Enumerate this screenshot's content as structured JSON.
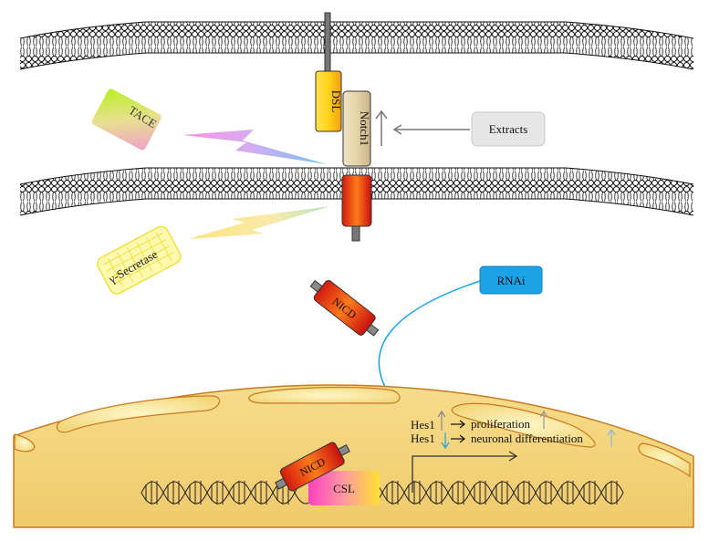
{
  "labels": {
    "dsl": "DSL",
    "notch1": "Notch1",
    "extracts": "Extracts",
    "tace": "TACE",
    "gamma_secretase": "γ-Secretase",
    "nicd_free": "NICD",
    "nicd_nucleus": "NICD",
    "rnai": "RNAi",
    "csl": "CSL",
    "hes1_top": "Hes1",
    "hes1_bottom": "Hes1",
    "proliferation": "proliferation",
    "neuronal_differentiation": "neuronal differentiation"
  },
  "colors": {
    "extracts_box": "#e6e6e6",
    "rnai_box": "#1aa3e6",
    "nucleus_fill": "#f2d27a",
    "nucleus_stroke": "#c87a1e",
    "receptor_red": "#e8331a",
    "receptor_orange": "#f5a21e"
  }
}
